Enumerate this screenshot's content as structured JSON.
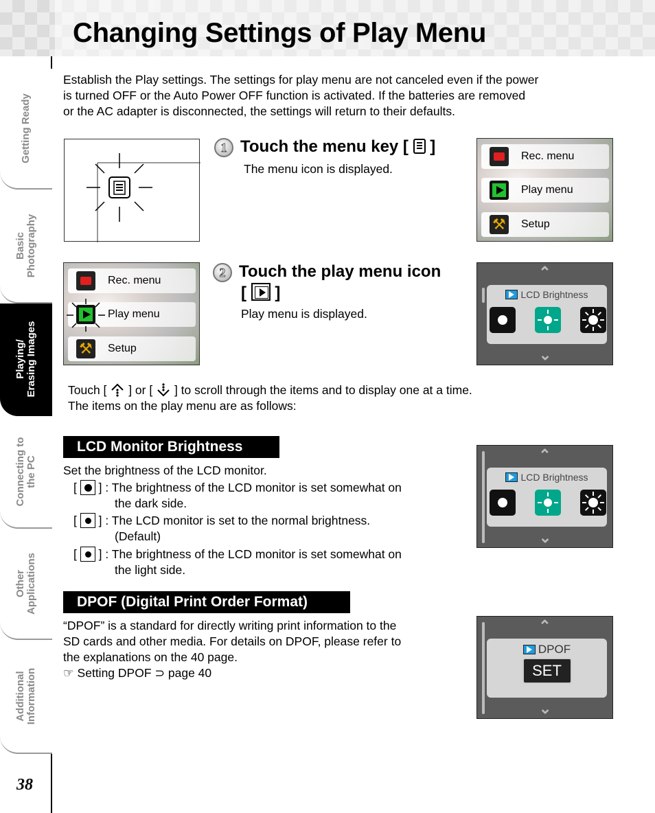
{
  "header": {
    "title": "Changing Settings of Play Menu"
  },
  "sidebar": {
    "tabs": [
      {
        "label": "Getting Ready",
        "active": false
      },
      {
        "label": "Basic\nPhotography",
        "active": false
      },
      {
        "label": "Playing/\nErasing Images",
        "active": true
      },
      {
        "label": "Connecting to\nthe PC",
        "active": false
      },
      {
        "label": "Other\nApplications",
        "active": false
      },
      {
        "label": "Additional\nInformation",
        "active": false
      }
    ],
    "page_number": "38"
  },
  "intro": {
    "line1": "Establish the Play settings. The settings for play menu are not canceled even if the power",
    "line2": "is turned OFF or the Auto Power OFF function is activated.  If the batteries are removed",
    "line3": "or the AC adapter is disconnected, the settings will return to their defaults."
  },
  "step1": {
    "number": "1",
    "heading_before": "Touch the menu key [",
    "heading_after": "]",
    "desc": "The menu icon is displayed."
  },
  "step2": {
    "number": "2",
    "heading_line1": "Touch the play menu icon",
    "heading_line2_before": "[",
    "heading_line2_after": "]",
    "desc": "Play menu is displayed."
  },
  "camera_menu": {
    "rec": "Rec. menu",
    "play": "Play menu",
    "setup": "Setup"
  },
  "lcd_screen": {
    "title": "LCD Brightness"
  },
  "dpof_screen": {
    "title": "DPOF",
    "button": "SET"
  },
  "scroll_note": {
    "touch": "Touch [",
    "mid": "] or [",
    "end": "] to scroll through the items and to display one at a time.",
    "line2": "The items on the play menu are as follows:"
  },
  "lcd_section": {
    "heading": "LCD Monitor Brightness",
    "intro": "Set the brightness of the LCD monitor.",
    "items": [
      {
        "line1": "] : The brightness of the LCD monitor is set somewhat on",
        "line2": "the dark side."
      },
      {
        "line1": "] : The LCD monitor is set to the normal brightness.",
        "line2": "(Default)"
      },
      {
        "line1": "] : The brightness of the LCD monitor is set somewhat on",
        "line2": "the light side."
      }
    ],
    "bracket_open": "["
  },
  "dpof_section": {
    "heading": "DPOF (Digital Print Order Format)",
    "line1": "“DPOF” is a standard for directly writing print information to the",
    "line2": "SD cards and other media. For details on DPOF, please refer to",
    "line3": "the explanations on the 40 page.",
    "ref": "☞ Setting DPOF ⊃ page 40"
  }
}
